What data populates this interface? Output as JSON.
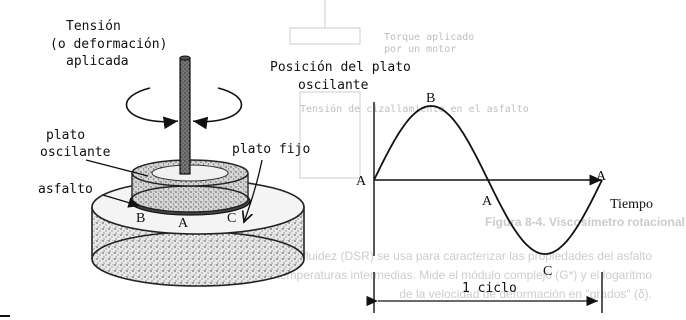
{
  "labels": {
    "tension_line1": "Tensión",
    "tension_line2": "(o deformación)",
    "tension_line3": "aplicada",
    "position_line1": "Posición del plato",
    "position_line2": "oscilante",
    "plate_osc_line1": "plato",
    "plate_osc_line2": "oscilante",
    "plate_fixed": "plato fijo",
    "asphalt": "asfalto",
    "point_a": "A",
    "point_b": "B",
    "point_c": "C",
    "time": "Tiempo",
    "cycle": "1 ciclo"
  },
  "bleed_through": {
    "line1": "Torque aplicado",
    "line2": "por un motor",
    "caption": "Figura 8-4. Viscosímetro rotacional",
    "caption_left": "Tensión de cizallamiento en el asfalto",
    "body1": "El reómetro de fluidez (DSR) se usa para caracterizar las propiedades del asfalto",
    "body2": "de los ligantes a temperaturas intermedias. Mide el módulo complejo (G*) y el logaritmo",
    "body3": "de la velocidad de deformación en \"grados\" (δ)."
  },
  "colors": {
    "ink": "#111111",
    "ghost": "#bdbdbd",
    "stipple": "#8a8a8a"
  }
}
